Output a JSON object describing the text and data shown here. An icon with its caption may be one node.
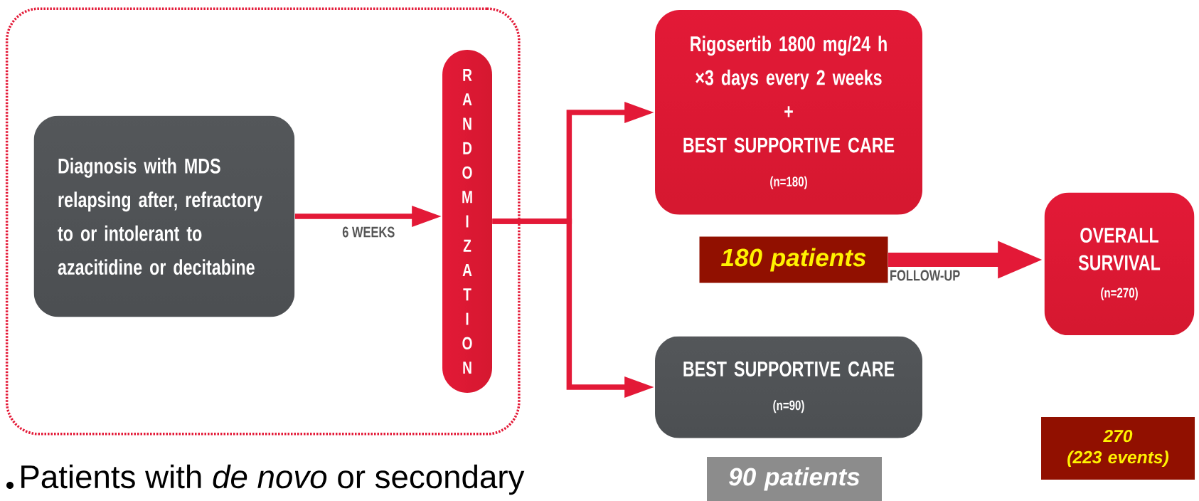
{
  "diagram": {
    "nodes": [
      {
        "text": [],
        "shape": "box"
      },
      {
        "text": [
          "Diagnosis with MDS relapsing after, refractory to or intolerant to azacitidine or decitabine"
        ],
        "in": 0
      },
      {
        "text": [
          "RANDOMIZATION"
        ],
        "in": 0
      },
      {
        "text": [
          "Rigosertib 1800 mg/24 h ×3 days every 2 weeks",
          "+",
          "BEST SUPPORTIVE CARE",
          "(n=180)"
        ]
      },
      {
        "text": [
          "BEST SUPPORTIVE CARE",
          "(n=90)"
        ]
      },
      {
        "text": [
          "180 patients"
        ]
      },
      {
        "text": [
          "OVERALL SURVIVAL",
          "(n=270)"
        ]
      },
      {
        "text": [
          "90 patients"
        ]
      },
      {
        "text": [
          "270",
          "(223 events)"
        ]
      }
    ],
    "edges": [
      {
        "from": 1,
        "to": 2,
        "arrow": "to",
        "label": "6 WEEKS"
      },
      {
        "from": 2,
        "to": 3,
        "arrow": "to"
      },
      {
        "from": 2,
        "to": 4,
        "arrow": "to"
      },
      {
        "from": 5,
        "to": 6,
        "arrow": "to",
        "label": "FOLLOW-UP",
        "style": "thick"
      }
    ],
    "labels": [
      "Patients with *de novo* or secondary"
    ]
  }
}
